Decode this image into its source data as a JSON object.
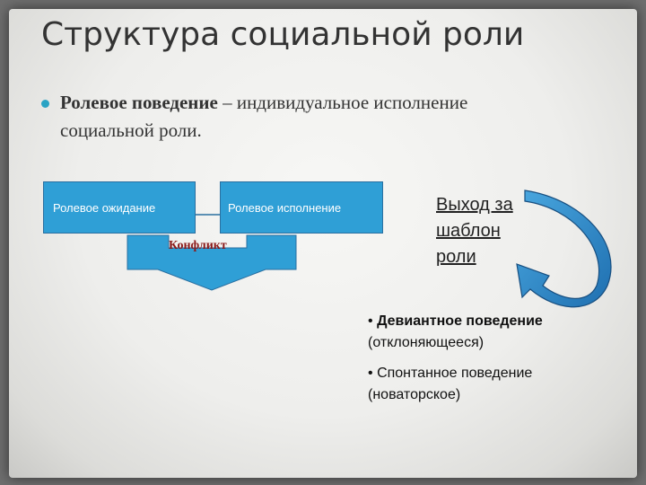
{
  "slide": {
    "title": "Структура социальной роли",
    "bullet": {
      "term": "Ролевое поведение",
      "rest_line1": " – индивидуальное исполнение",
      "line2": "социальной роли."
    },
    "boxes": {
      "left": "Ролевое ожидание",
      "right": "Ролевое исполнение"
    },
    "conflict": "Конфликт",
    "exit": {
      "line1": "Выход за",
      "line2": "шаблон",
      "line3": "роли"
    },
    "list": [
      {
        "bullet": "•",
        "title": "Девиантное поведение",
        "sub": "(отклоняющееся)"
      },
      {
        "bullet": "•",
        "title": "Спонтанное поведение",
        "sub": "(новаторское)"
      }
    ]
  },
  "colors": {
    "box_fill": "#2f9fd6",
    "bullet_accent": "#2aa3c4",
    "conflict_text": "#8b1a1a",
    "arrow_fill": "#2f9fd6"
  }
}
